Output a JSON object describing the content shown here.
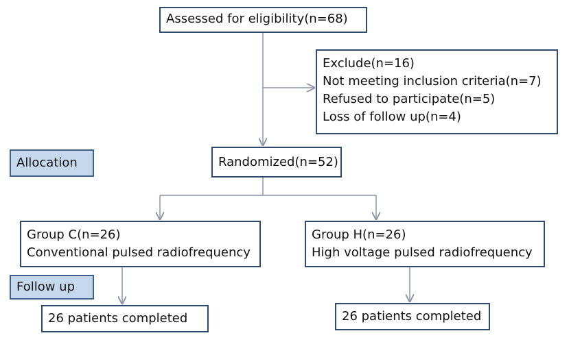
{
  "nodes": {
    "assessed": "Assessed for eligibility(n=68)",
    "exclude": {
      "title": "Exclude(n=16)",
      "lines": [
        "Not meeting inclusion criteria(n=7)",
        "Refused to participate(n=5)",
        "Loss of follow up(n=4)"
      ]
    },
    "randomized": "Randomized(n=52)",
    "group_c": {
      "title": "Group C(n=26)",
      "subtitle": "Conventional pulsed radiofrequency"
    },
    "group_h": {
      "title": "Group H(n=26)",
      "subtitle": "High voltage pulsed radiofrequency"
    },
    "completed_c": "26 patients completed",
    "completed_h": "26 patients completed"
  },
  "stage_labels": {
    "allocation": "Allocation",
    "follow_up": "Follow up"
  },
  "colors": {
    "box_border": "#2f4a6e",
    "label_fill": "#c6d8ee",
    "label_border": "#3f5f8a",
    "connector": "#8a96a8"
  }
}
